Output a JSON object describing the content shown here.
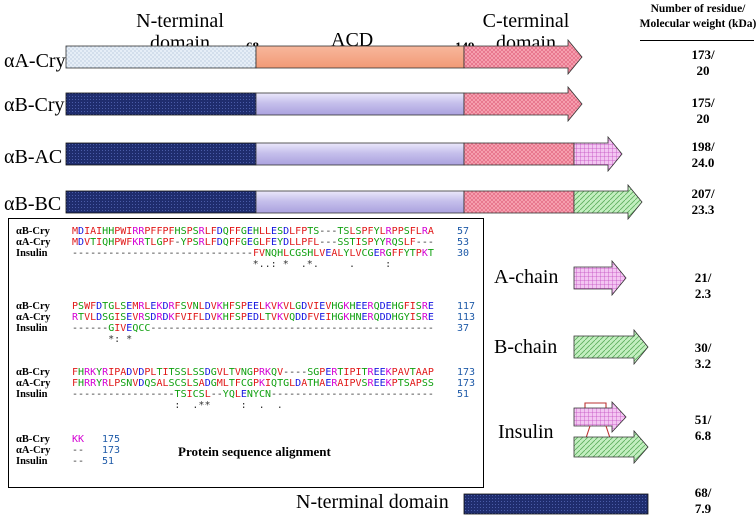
{
  "header": {
    "n_terminal": "N-terminal\ndomain",
    "acd": "ACD",
    "c_terminal": "C-terminal\ndomain",
    "res_col": "Number of residue/\nMolecular weight (kDa)",
    "pos68": "68",
    "pos149": "149"
  },
  "rows": [
    {
      "label": "αA-Cry",
      "value": "173/\n20"
    },
    {
      "label": "αB-Cry",
      "value": "175/\n20"
    },
    {
      "label": "αB-AC",
      "value": "198/\n24.0"
    },
    {
      "label": "αB-BC",
      "value": "207/\n23.3"
    }
  ],
  "side": {
    "a_chain": "A-chain",
    "a_chain_value": "21/\n2.3",
    "b_chain": "B-chain",
    "b_chain_value": "30/\n3.2",
    "insulin": "Insulin",
    "insulin_value": "51/\n6.8",
    "nterm": "N-terminal domain",
    "nterm_value": "68/\n7.9"
  },
  "alignment": {
    "title": "Protein sequence alignment",
    "names": [
      "αB-Cry",
      "αA-Cry",
      "Insulin"
    ],
    "blocks": [
      {
        "seqs": [
          "MDIAIHHPWIRRPFFPFHSPSRLFDQFFGEHLLESDLFPTS---TSLSPFYLRPPSFLRA",
          "MDVTIQHPWFKRTLGPF-YPSRLFDQFFGEGLFEYDLLPFL---SSTISPYYRQSLF---",
          "------------------------------FVNQHLCGSHLVEALYLVCGERGFFYTPKT"
        ],
        "nums": [
          "57",
          "53",
          "30"
        ],
        "cons": "                              *..: *  .*.     .     :"
      },
      {
        "seqs": [
          "PSWFDTGLSEMRLEKDRFSVNLDVKHFSPEELKVKVLGDVIEVHGKHEERQDEHGFISRE",
          "RTVLDSGISEVRSDRDKFVIFLDVKHFSPEDLTVKVQDDFVEIHGKHNERQDDHGYISRE",
          "------GIVEQCC-----------------------------------------------"
        ],
        "nums": [
          "117",
          "113",
          "37"
        ],
        "cons": "      *: *"
      },
      {
        "seqs": [
          "FHRKYRIPADVDPLTITSSLSSDGVLTVNGPRKQV----SGPERTIPITREEKPAVTAAP",
          "FHRRYRLPSNVDQSALSCSLSADGMLTFCGPKIQTGLDATHAERAIPVSREEKPTSAPSS",
          "-----------------TSICSL--YQLENYCN---------------------------"
        ],
        "nums": [
          "173",
          "173",
          "51"
        ],
        "cons": "                 :  .**     :  .  ."
      },
      {
        "seqs": [
          "KK",
          "--",
          "--"
        ],
        "nums": [
          "175",
          "173",
          "51"
        ],
        "cons": ""
      }
    ]
  },
  "colors": {
    "n_light": "#dde8f3",
    "n_dark": "#1f2d6e",
    "acd_salmon": "#f5a98a",
    "acd_lavender": "#c9c4ec",
    "c_pink": "#f28ea0",
    "ext_violet": "#e7a9ec",
    "green": "#b3e6b0",
    "magenta": "#c842b4"
  }
}
